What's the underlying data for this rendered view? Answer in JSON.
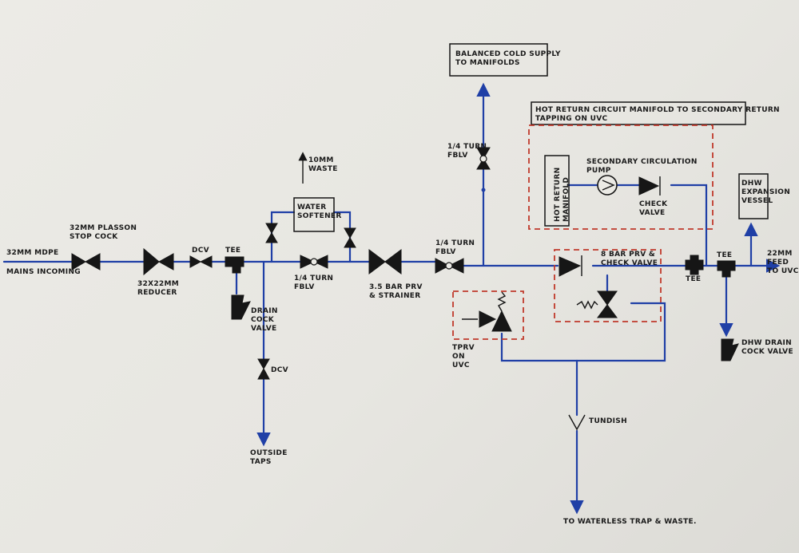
{
  "labels": {
    "mains_pipe": "32mm MDPE",
    "mains_incoming": "Mains incoming",
    "stop_cock": "32mm Plasson\nstop cock",
    "reducer": "32x22mm\nreducer",
    "dcv1": "DCV",
    "tee1": "Tee",
    "drain_cock": "Drain\ncock\nvalve",
    "dcv2": "DCV",
    "outside_taps": "Outside\ntaps",
    "waste": "10mm\nwaste",
    "softener": "Water\nsoftener",
    "fblv1": "1/4 turn\nFBLV",
    "prv_strainer": "3.5 bar PRV\n& strainer",
    "fblv2": "1/4 turn\nFBLV",
    "fblv3": "1/4 turn\nFBLV",
    "balanced": "Balanced cold supply\nto manifolds",
    "hot_return_title": "Hot return circuit manifold to secondary return\ntapping on UVC",
    "hot_return_manifold": "Hot return\nmanifold",
    "sec_pump": "Secondary circulation\npump",
    "check_valve": "Check\nvalve",
    "dhw_vessel": "DHW\nexpansion\nvessel",
    "prv_check": "8 bar PRV &\ncheck valve",
    "tprv": "TPRV\non\nUVC",
    "tee2": "Tee",
    "tee3": "Tee",
    "feed": "22mm\nfeed\nto UVC",
    "dhw_drain": "DHW drain\ncock valve",
    "tundish": "Tundish",
    "waterless": "To waterless trap & waste."
  },
  "colors": {
    "pipe": "#1f3fa6",
    "ink": "#151515",
    "dashed_box": "#c0392b",
    "paper": "#ebeae5"
  }
}
